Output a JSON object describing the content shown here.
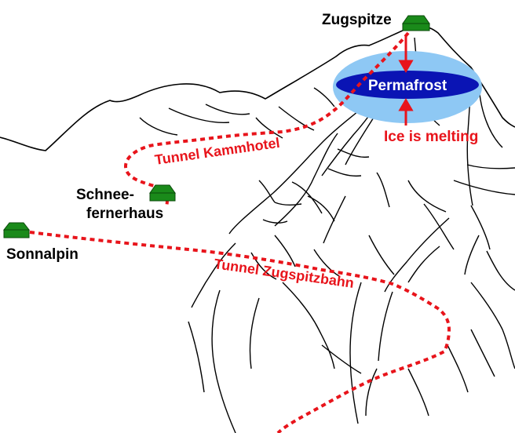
{
  "stations": {
    "zugspitze": "Zugspitze",
    "schneefernerhaus_line1": "Schnee-",
    "schneefernerhaus_line2": "fernerhaus",
    "sonnalpin": "Sonnalpin"
  },
  "tunnels": {
    "kammhotel": "Tunnel Kammhotel",
    "zugspitzbahn": "Tunnel Zugspitzbahn"
  },
  "permafrost": {
    "label": "Permafrost",
    "annotation": "Ice is melting"
  },
  "colors": {
    "tunnel": "#e8141b",
    "station": "#1a8a1a",
    "ice_outer": "#8ec8f4",
    "ice_inner": "#0a14b4",
    "mountain_line": "#000000"
  }
}
